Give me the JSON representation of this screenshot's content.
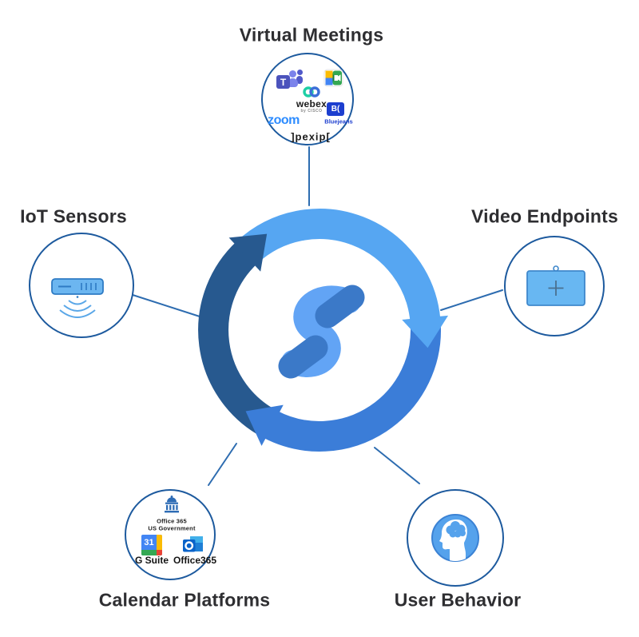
{
  "labels": {
    "virtual_meetings": "Virtual Meetings",
    "iot_sensors": "IoT Sensors",
    "video_endpoints": "Video Endpoints",
    "calendar_platforms": "Calendar Platforms",
    "user_behavior": "User Behavior"
  },
  "virtual_meetings": {
    "teams_initial": "T",
    "webex_label": "webex",
    "webex_sublabel": "by CISCO",
    "zoom_label": "zoom",
    "bluejeans_initial": "B(",
    "bluejeans_label": "Bluejeans",
    "pexip_label": "]pexip["
  },
  "calendar_platforms": {
    "gov_label_line1": "Office 365",
    "gov_label_line2": "US Government",
    "gcal_day": "31",
    "gsuite_label": "G Suite",
    "office365_label": "Office365"
  },
  "icons": {
    "center": "s-loop-logo",
    "virtual_meetings": [
      "microsoft-teams-icon",
      "google-meet-icon",
      "webex-icon",
      "bluejeans-icon"
    ],
    "iot_sensors": "wireless-sensor-icon",
    "video_endpoints": "video-screen-icon",
    "calendar_platforms": [
      "government-building-icon",
      "google-calendar-icon",
      "outlook-icon"
    ],
    "user_behavior": "head-brain-icon"
  },
  "colors": {
    "ring_light": "#56a6f2",
    "ring_medium": "#3b7dd8",
    "ring_dark": "#27598f",
    "logo_ribbon": "#62a4f5",
    "logo_pill": "#3b79c8",
    "node_border": "#1d5a9e",
    "connector": "#2d6cb0",
    "label_text": "#2e2e31",
    "icon_fill": "#6cb6f0",
    "icon_stroke": "#2e7bc4",
    "zoom_blue": "#2d8cff",
    "bluejeans_blue": "#1c3ecf"
  }
}
